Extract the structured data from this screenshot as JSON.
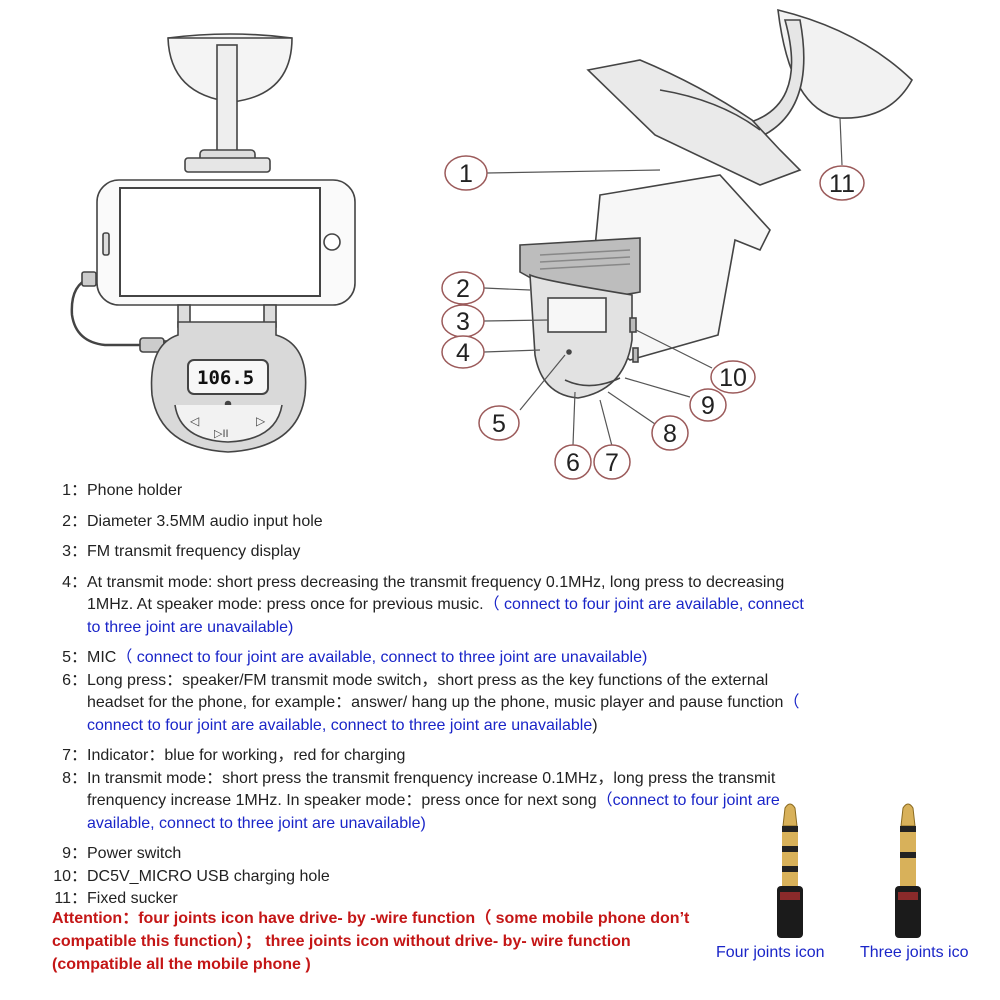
{
  "display": {
    "frequency": "106.5"
  },
  "callouts": [
    "1",
    "2",
    "3",
    "4",
    "5",
    "6",
    "7",
    "8",
    "9",
    "10",
    "11"
  ],
  "legend": [
    {
      "num": "1：",
      "text": "Phone holder"
    },
    {
      "num": "2：",
      "text": "Diameter 3.5MM audio input hole"
    },
    {
      "num": "3：",
      "text": "FM transmit frequency display"
    },
    {
      "num": "4：",
      "text": "At transmit mode: short press decreasing the transmit frequency 0.1MHz, long press to decreasing 1MHz. At speaker mode: press once for previous music.",
      "note": "（ connect to four joint are available, connect to three joint are unavailable)"
    },
    {
      "num": "5：",
      "text": "MIC",
      "note": "（ connect to four joint are available, connect to three joint are unavailable)"
    },
    {
      "num": "6：",
      "text": "Long press：speaker/FM transmit mode switch，short press as the key functions of the external headset for the phone, for example：answer/ hang up the phone, music player and pause function",
      "note": "（ connect to four joint are available, connect to three joint are unavailable",
      "tail": ")"
    },
    {
      "num": "7：",
      "text": "Indicator：blue for working，red for charging"
    },
    {
      "num": "8：",
      "text": "In transmit mode：short press the transmit frenquency increase 0.1MHz，long press the transmit frenquency increase 1MHz. In speaker mode：press once for next song",
      "note": "（connect to four joint are available, connect to three joint are unavailable)"
    },
    {
      "num": "9：",
      "text": "Power switch"
    },
    {
      "num": "10：",
      "text": "DC5V_MICRO USB charging hole"
    },
    {
      "num": "11：",
      "text": "Fixed sucker"
    }
  ],
  "attention": "Attention：four joints icon have drive- by -wire function（ some mobile phone don’t compatible this function）； three joints icon without drive- by- wire function (compatible all the mobile phone )",
  "plugs": {
    "four_label": "Four joints icon",
    "three_label": "Three joints ico"
  }
}
